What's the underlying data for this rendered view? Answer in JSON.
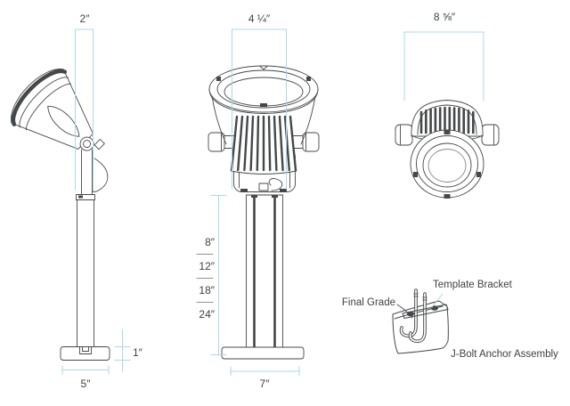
{
  "drawing": {
    "side_view": {
      "dim_top": "2″",
      "dim_base_height": "1″",
      "dim_base_width": "5″"
    },
    "front_view": {
      "dim_top": "4 ¼″",
      "stem_heights": [
        "8″",
        "12″",
        "18″",
        "24″"
      ],
      "dim_base_width": "7″"
    },
    "face_view": {
      "dim_top": "8 ⅝″"
    },
    "anchor_detail": {
      "final_grade_label": "Final Grade",
      "template_bracket_label": "Template Bracket",
      "caption": "J-Bolt Anchor Assembly"
    }
  },
  "colors": {
    "line": "#45484a",
    "dimension": "#a9d9e7",
    "text": "#414042"
  }
}
